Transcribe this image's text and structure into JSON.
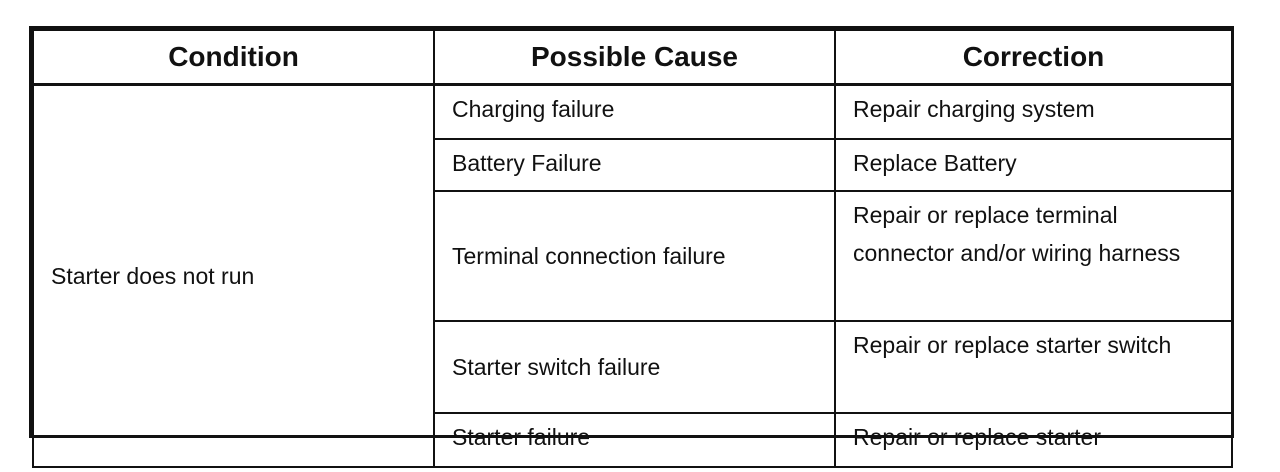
{
  "headers": {
    "condition": "Condition",
    "cause": "Possible Cause",
    "correction": "Correction"
  },
  "condition": "Starter does not run",
  "rows": [
    {
      "cause": "Charging failure",
      "correction": "Repair charging system"
    },
    {
      "cause": "Battery Failure",
      "correction": "Replace Battery"
    },
    {
      "cause": "Terminal connection failure",
      "correction": "Repair or replace terminal connector and/or wiring harness"
    },
    {
      "cause": "Starter switch failure",
      "correction": "Repair or replace starter switch"
    },
    {
      "cause": "Starter failure",
      "correction": "Repair or replace starter"
    }
  ]
}
